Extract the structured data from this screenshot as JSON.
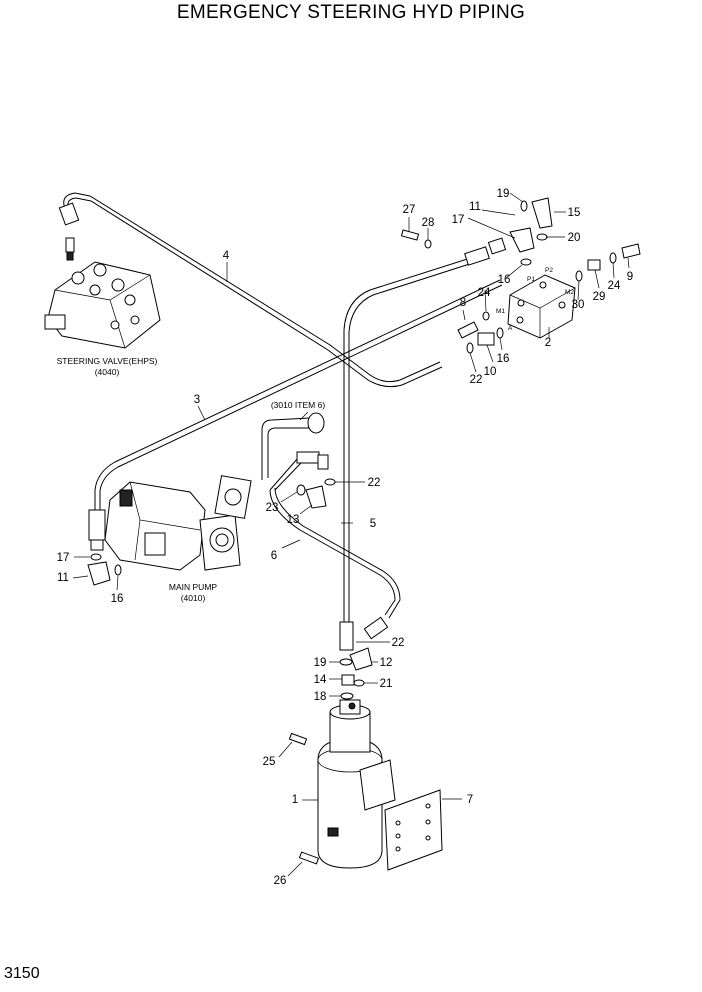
{
  "title": "EMERGENCY STEERING HYD PIPING",
  "page_number": "3150",
  "captions": {
    "steering_valve_line1": "STEERING VALVE(EHPS)",
    "steering_valve_line2": "(4040)",
    "main_pump_line1": "MAIN PUMP",
    "main_pump_line2": "(4010)",
    "reference": "(3010 ITEM 6)"
  },
  "port_labels": {
    "p1": "P1",
    "p2": "P2",
    "m1": "M1",
    "m2": "M2",
    "a": "A"
  },
  "callouts": [
    {
      "id": "c1",
      "label": "1"
    },
    {
      "id": "c2",
      "label": "2"
    },
    {
      "id": "c3",
      "label": "3"
    },
    {
      "id": "c4",
      "label": "4"
    },
    {
      "id": "c5",
      "label": "5"
    },
    {
      "id": "c6",
      "label": "6"
    },
    {
      "id": "c7",
      "label": "7"
    },
    {
      "id": "c8",
      "label": "8"
    },
    {
      "id": "c9",
      "label": "9"
    },
    {
      "id": "c10",
      "label": "10"
    },
    {
      "id": "c11a",
      "label": "11"
    },
    {
      "id": "c11b",
      "label": "11"
    },
    {
      "id": "c12",
      "label": "12"
    },
    {
      "id": "c13",
      "label": "13"
    },
    {
      "id": "c14",
      "label": "14"
    },
    {
      "id": "c15",
      "label": "15"
    },
    {
      "id": "c16a",
      "label": "16"
    },
    {
      "id": "c16b",
      "label": "16"
    },
    {
      "id": "c16c",
      "label": "16"
    },
    {
      "id": "c17a",
      "label": "17"
    },
    {
      "id": "c17b",
      "label": "17"
    },
    {
      "id": "c18",
      "label": "18"
    },
    {
      "id": "c19a",
      "label": "19"
    },
    {
      "id": "c19b",
      "label": "19"
    },
    {
      "id": "c20",
      "label": "20"
    },
    {
      "id": "c21",
      "label": "21"
    },
    {
      "id": "c22a",
      "label": "22"
    },
    {
      "id": "c22b",
      "label": "22"
    },
    {
      "id": "c22c",
      "label": "22"
    },
    {
      "id": "c23",
      "label": "23"
    },
    {
      "id": "c24a",
      "label": "24"
    },
    {
      "id": "c24b",
      "label": "24"
    },
    {
      "id": "c25",
      "label": "25"
    },
    {
      "id": "c26",
      "label": "26"
    },
    {
      "id": "c27",
      "label": "27"
    },
    {
      "id": "c28",
      "label": "28"
    },
    {
      "id": "c29",
      "label": "29"
    },
    {
      "id": "c30",
      "label": "30"
    }
  ]
}
